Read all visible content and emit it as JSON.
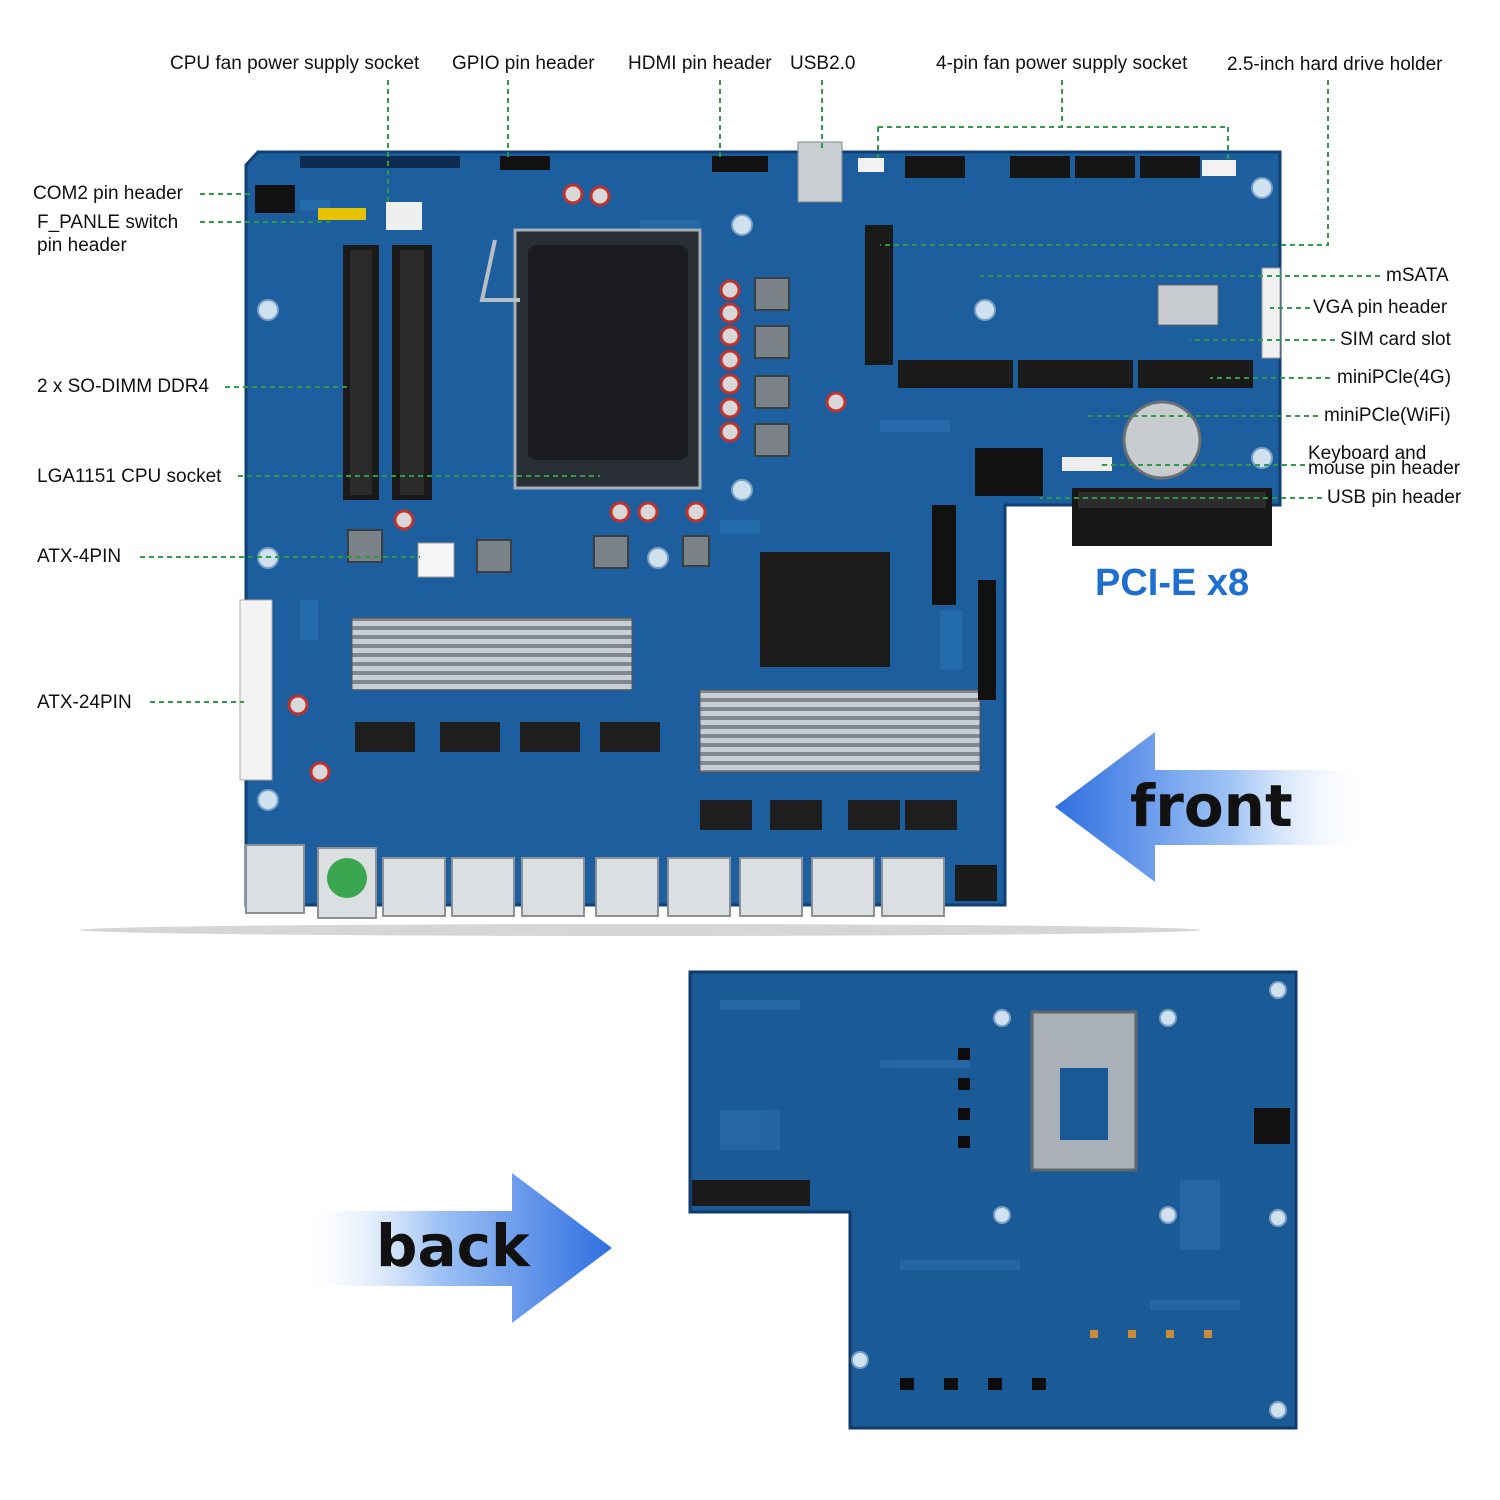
{
  "labels": {
    "cpu_fan": "CPU fan power supply socket",
    "gpio": "GPIO pin header",
    "hdmi": "HDMI pin header",
    "usb20": "USB2.0",
    "fan4pin": "4-pin fan power supply socket",
    "hdd": "2.5-inch hard drive holder",
    "com2": "COM2 pin header",
    "fpanel_1": "F_PANLE switch",
    "fpanel_2": "pin header",
    "sodimm": "2 x SO-DIMM DDR4",
    "lga": "LGA1151 CPU socket",
    "atx4": "ATX-4PIN",
    "atx24": "ATX-24PIN",
    "msata": "mSATA",
    "vga": "VGA pin header",
    "sim": "SIM card slot",
    "minipcie_4g": "miniPCle(4G)",
    "minipcie_wifi": "miniPCle(WiFi)",
    "kbd_1": "Keyboard and",
    "kbd_2": "mouse pin header",
    "usb_header": "USB pin header"
  },
  "pcie": "PCI-E x8",
  "front": "front",
  "back": "back",
  "colors": {
    "board": "#1d5f9e",
    "board_dark": "#0f3f73",
    "leader": "#2e9b4a",
    "arrow": "#3d7ee6",
    "pcie_text": "#1e6fd0",
    "heatsink": "#9aa2aa"
  }
}
